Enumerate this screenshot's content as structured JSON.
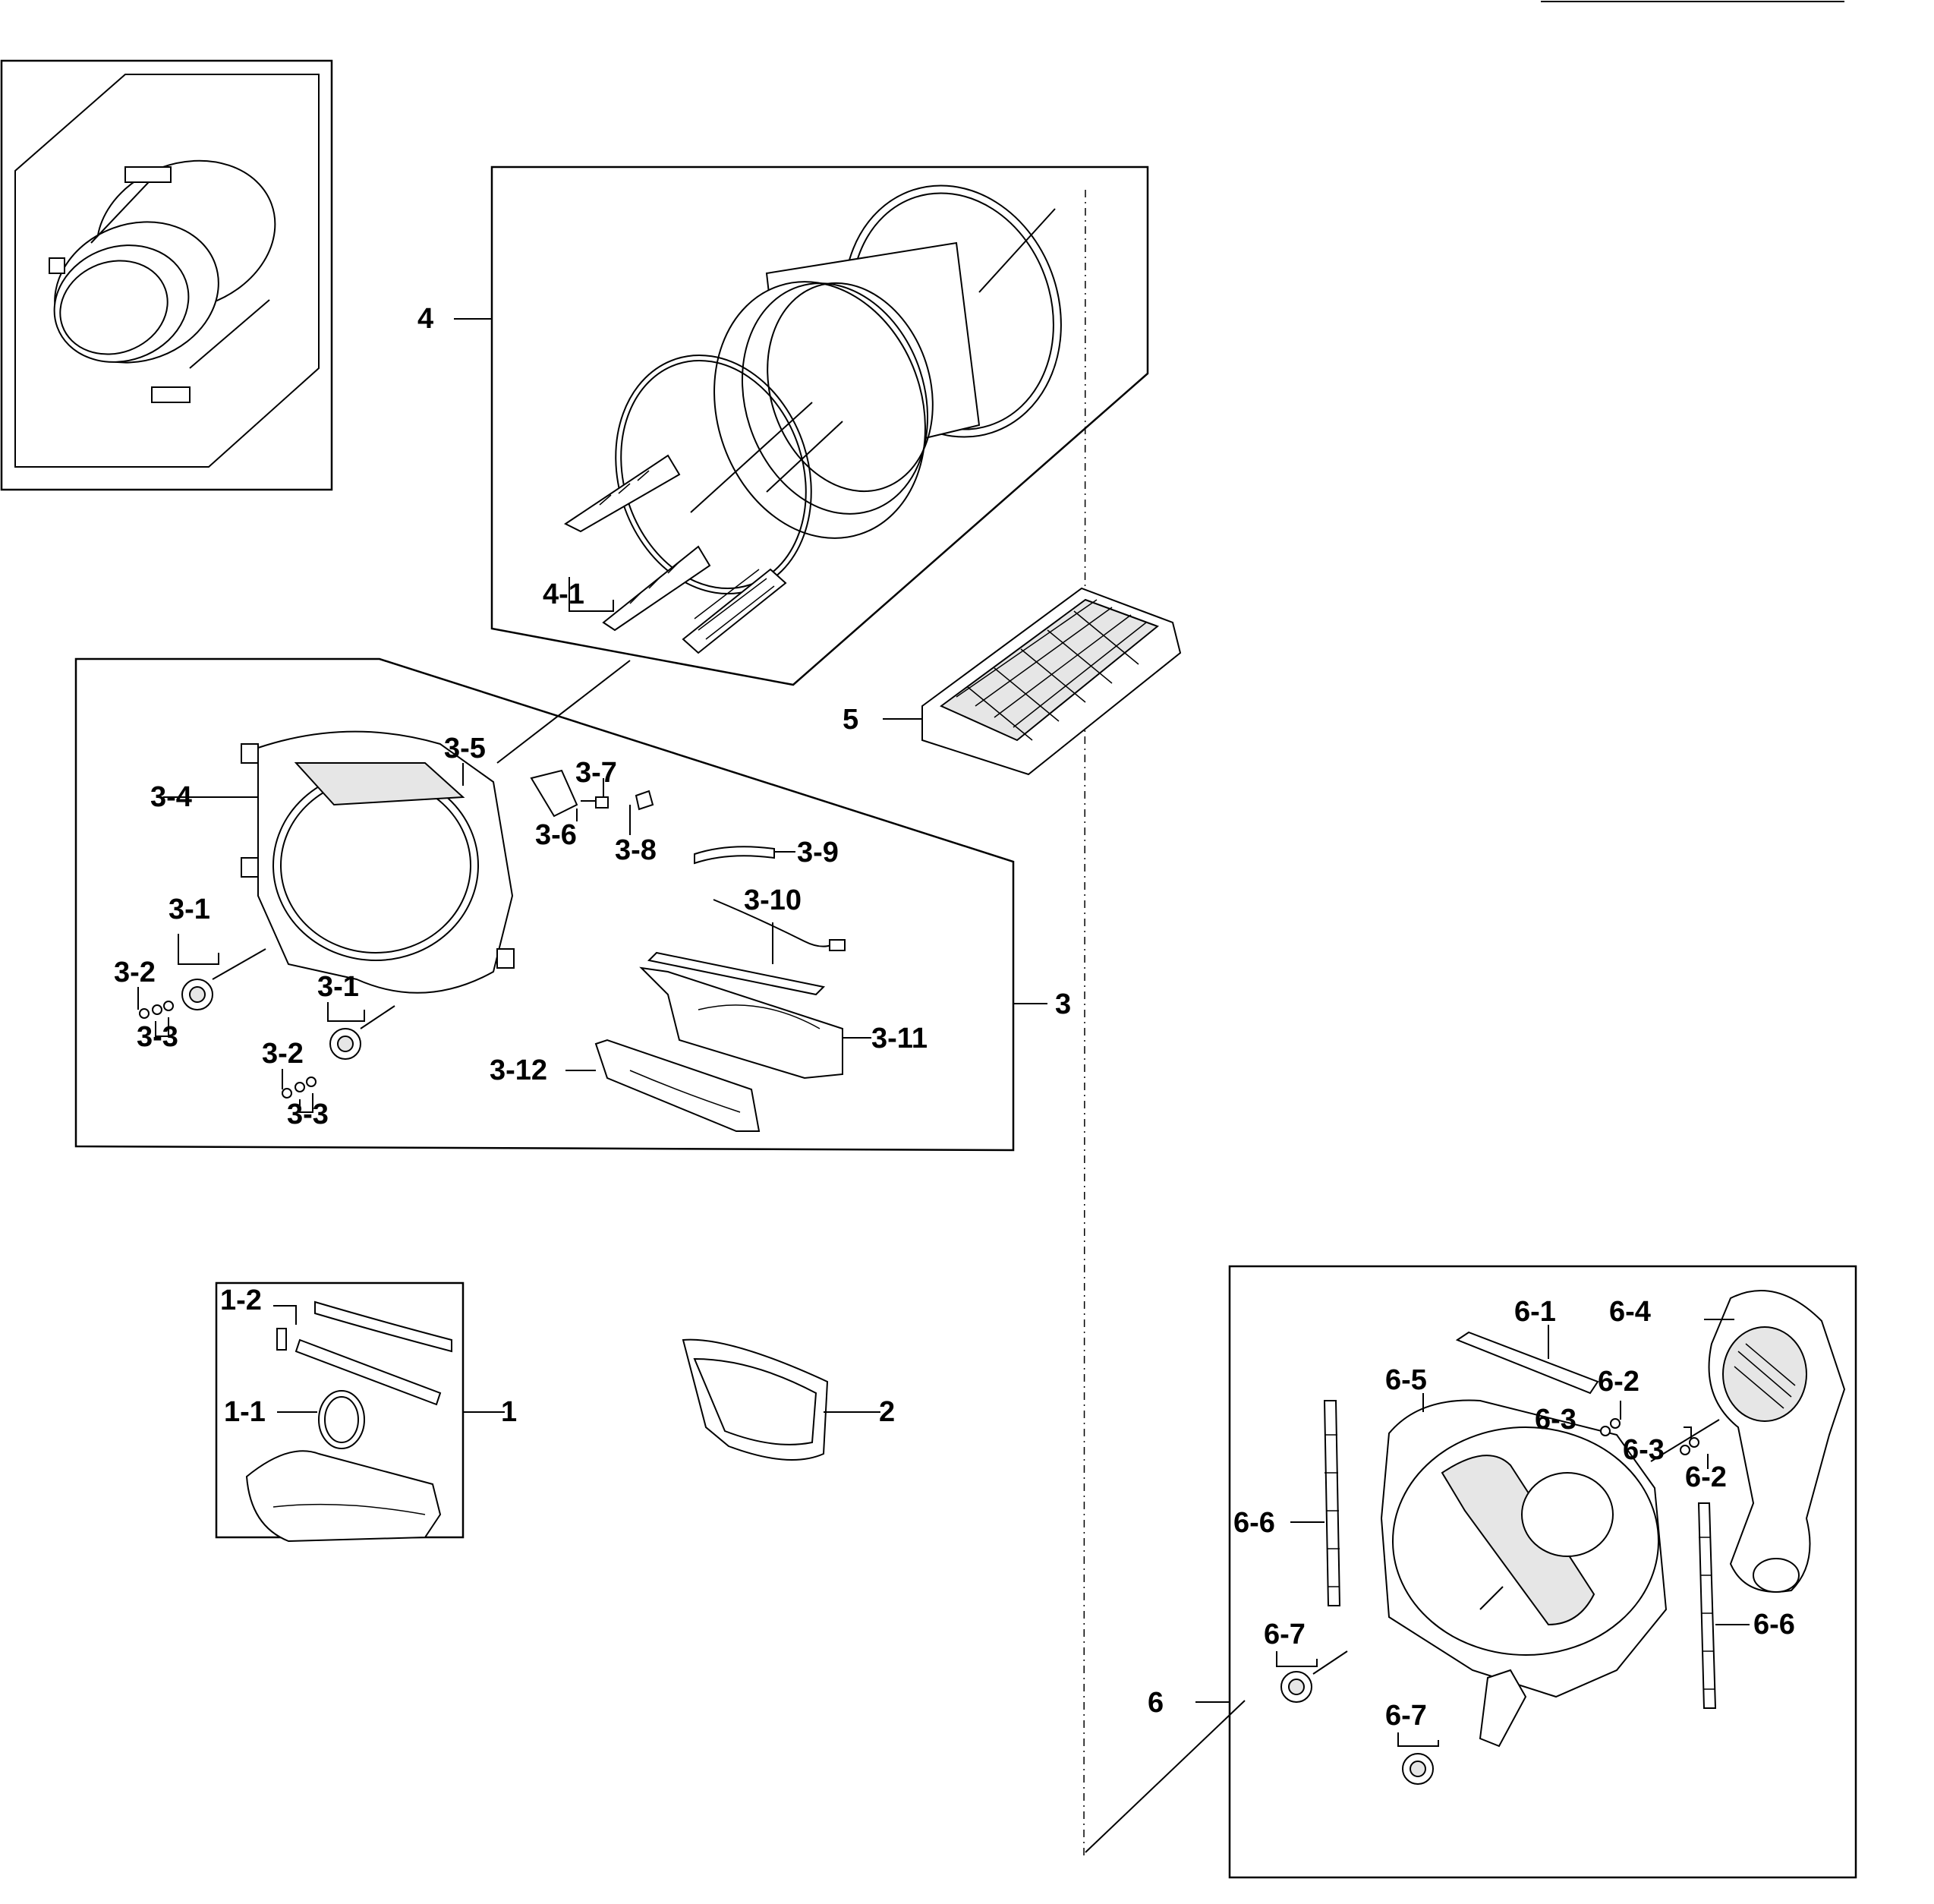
{
  "labels": {
    "l4": "4",
    "l4_1": "4-1",
    "l5": "5",
    "l3": "3",
    "l3_1a": "3-1",
    "l3_1b": "3-1",
    "l3_2a": "3-2",
    "l3_2b": "3-2",
    "l3_3a": "3-3",
    "l3_3b": "3-3",
    "l3_4": "3-4",
    "l3_5": "3-5",
    "l3_6": "3-6",
    "l3_7": "3-7",
    "l3_8": "3-8",
    "l3_9": "3-9",
    "l3_10": "3-10",
    "l3_11": "3-11",
    "l3_12": "3-12",
    "l1": "1",
    "l1_1": "1-1",
    "l1_2": "1-2",
    "l2": "2",
    "l6": "6",
    "l6_1": "6-1",
    "l6_2a": "6-2",
    "l6_2b": "6-2",
    "l6_3a": "6-3",
    "l6_3b": "6-3",
    "l6_4": "6-4",
    "l6_5": "6-5",
    "l6_6a": "6-6",
    "l6_6b": "6-6",
    "l6_7a": "6-7",
    "l6_7b": "6-7"
  }
}
